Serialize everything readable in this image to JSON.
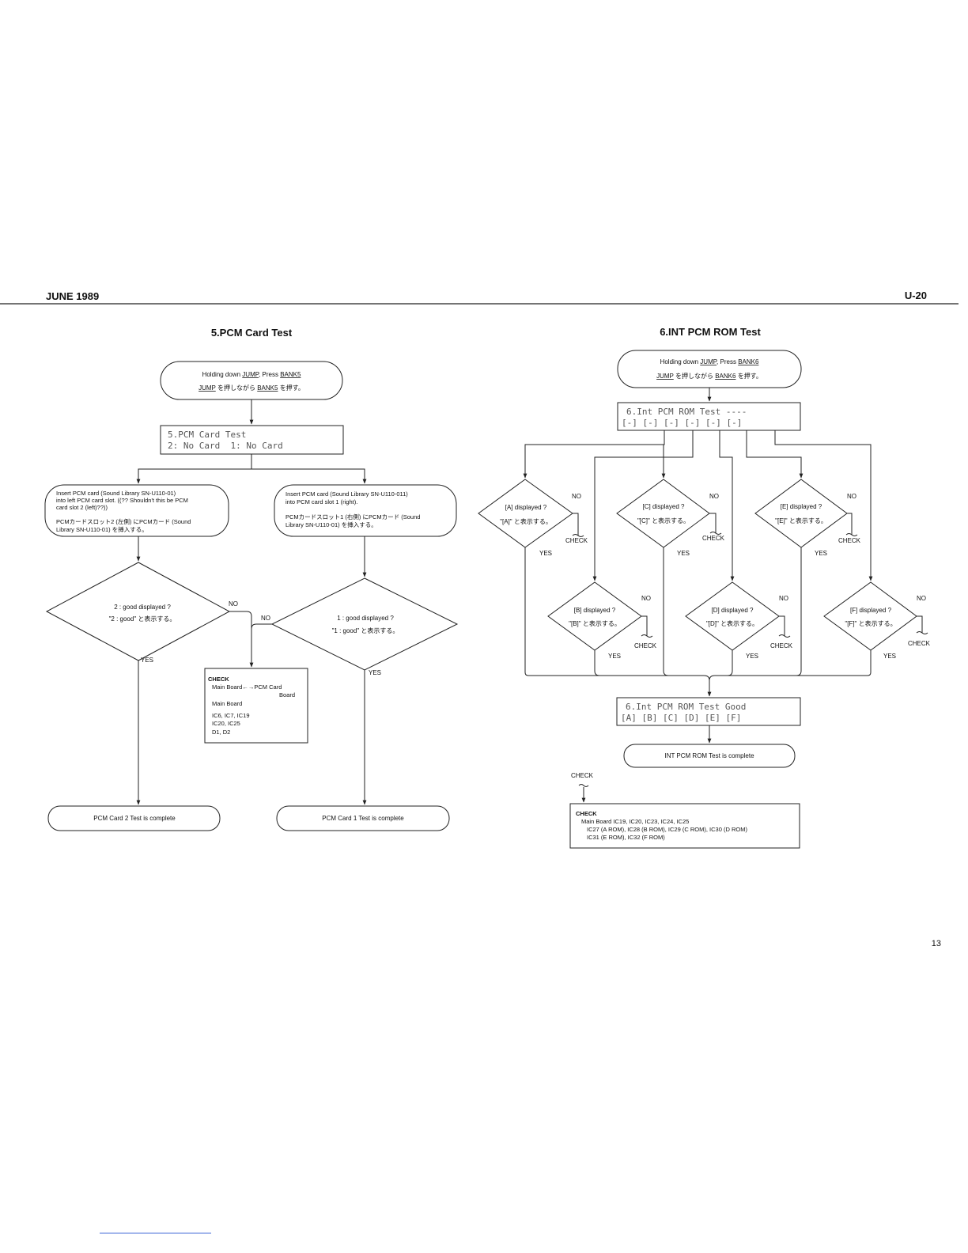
{
  "header": {
    "date": "JUNE 1989",
    "doc_id": "U-20",
    "page_number": "13"
  },
  "left": {
    "title": "5.PCM Card Test",
    "start": {
      "line1_a": "Holding down",
      "line1_key1": "JUMP",
      "line1_b": ", Press",
      "line1_key2": "BANK5",
      "line2_key1": "JUMP",
      "line2_a": "を押しながら",
      "line2_key2": "BANK5",
      "line2_b": "を押す。"
    },
    "lcd": {
      "line1": "5.PCM Card Test",
      "line2": "2: No Card  1: No Card"
    },
    "insert_left": {
      "l1": "Insert PCM card (Sound Library SN-U110-01)",
      "l2": "into left PCM card slot. ((?? Shouldn't this be PCM",
      "l3": "card slot 2 (left)??))",
      "l4": "PCMカードスロット2 (左側) にPCMカード (Sound",
      "l5": "Library SN-U110-01) を挿入する。"
    },
    "insert_right": {
      "l1": "Insert PCM card (Sound Library SN-U110-011)",
      "l2": "into PCM card slot 1 (right).",
      "l3": "PCMカードスロット1 (右側) にPCMカード (Sound",
      "l4": "Library SN-U110-01) を挿入する。"
    },
    "decision2": {
      "l1": "2 : good displayed ?",
      "l2": "\"2 : good\" と表示する。"
    },
    "decision1": {
      "l1": "1 : good displayed ?",
      "l2": "\"1 : good\" と表示する。"
    },
    "labels": {
      "no": "NO",
      "yes": "YES"
    },
    "check": {
      "title": "CHECK",
      "l1": "Main Board←→PCM Card",
      "l2": "Board",
      "l3": "Main Board",
      "l4": "IC6, IC7, IC19",
      "l5": "IC20, IC25",
      "l6": "D1, D2"
    },
    "end2": "PCM Card 2 Test is complete",
    "end1": "PCM Card 1 Test is complete"
  },
  "right": {
    "title": "6.INT PCM ROM Test",
    "start": {
      "line1_a": "Holding down",
      "line1_key1": "JUMP",
      "line1_b": ", Press",
      "line1_key2": "BANK6",
      "line2_key1": "JUMP",
      "line2_a": "を押しながら",
      "line2_key2": "BANK6",
      "line2_b": "を押す。"
    },
    "lcd1": {
      "line1": "6.Int PCM ROM Test ----",
      "line2": "[-] [-] [-] [-] [-] [-]"
    },
    "decisions": [
      {
        "l1": "[A] displayed ?",
        "l2": "\"[A]\" と表示する。"
      },
      {
        "l1": "[B] displayed ?",
        "l2": "\"[B]\" と表示する。"
      },
      {
        "l1": "[C] displayed ?",
        "l2": "\"[C]\" と表示する。"
      },
      {
        "l1": "[D] displayed ?",
        "l2": "\"[D]\" と表示する。"
      },
      {
        "l1": "[E] displayed ?",
        "l2": "\"[E]\" と表示する。"
      },
      {
        "l1": "[F] displayed ?",
        "l2": "\"[F]\" と表示する。"
      }
    ],
    "labels": {
      "no": "NO",
      "yes": "YES",
      "check": "CHECK"
    },
    "lcd2": {
      "line1": "6.Int PCM ROM Test Good",
      "line2": "[A] [B] [C] [D] [E] [F]"
    },
    "end": "INT PCM ROM Test is complete",
    "check_label": "CHECK",
    "check": {
      "title": "CHECK",
      "l1": "Main Board IC19, IC20, IC23, IC24, IC25",
      "l2": "IC27 (A ROM), IC28 (B ROM), IC29 (C ROM), IC30 (D ROM)",
      "l3": "IC31 (E ROM), IC32 (F ROM)"
    }
  }
}
